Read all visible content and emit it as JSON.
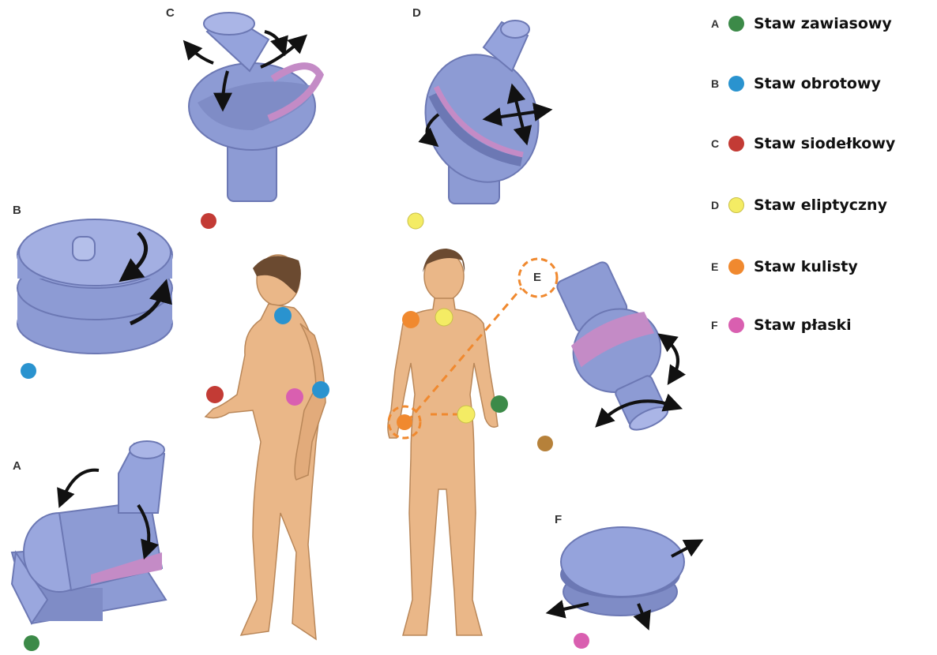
{
  "panels": {
    "a": "A",
    "b": "B",
    "c": "C",
    "d": "D",
    "e": "E",
    "f": "F"
  },
  "legend": [
    {
      "letter": "A",
      "label": "Staw zawiasowy",
      "color": "#3c8a48"
    },
    {
      "letter": "B",
      "label": "Staw obrotowy",
      "color": "#2a93cf"
    },
    {
      "letter": "C",
      "label": "Staw siodełkowy",
      "color": "#c33b35"
    },
    {
      "letter": "D",
      "label": "Staw eliptyczny",
      "color": "#f4ec64"
    },
    {
      "letter": "E",
      "label": "Staw kulisty",
      "color": "#f0892f"
    },
    {
      "letter": "F",
      "label": "Staw płaski",
      "color": "#d95fb0"
    }
  ],
  "colors": {
    "joint": "#8d9bd4",
    "joint_dark": "#6c78b4",
    "cartilage": "#c48bc6",
    "skin": "#eab788",
    "hair": "#6b4a30",
    "extra_dot": "#b6813a"
  }
}
